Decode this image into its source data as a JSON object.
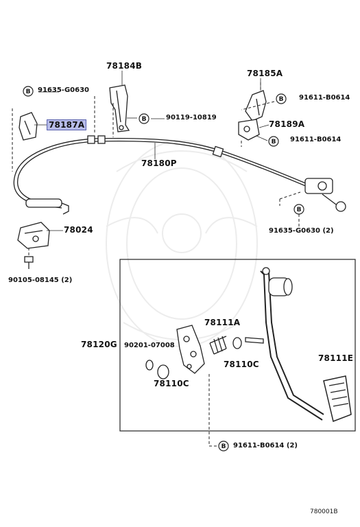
{
  "callouts": {
    "p78184B": "78184B",
    "p78185A": "78185A",
    "p91635_G0630_top": "91635-G0630",
    "p91611_B0614_a": "91611-B0614",
    "p78187A": "78187A",
    "p90119_10819": "90119-10819",
    "p78189A": "78189A",
    "p91611_B0614_b": "91611-B0614",
    "p78180P": "78180P",
    "p78024": "78024",
    "p91635_G0630_2": "91635-G0630 (2)",
    "p90105_08145_2": "90105-08145 (2)",
    "p78111A": "78111A",
    "p78120G": "78120G",
    "p90201_07008": "90201-07008",
    "p78110C_a": "78110C",
    "p78110C_b": "78110C",
    "p78111E": "78111E",
    "p91611_B0614_2": "91611-B0614 (2)"
  },
  "bolt_marker": "B",
  "figure_id": "780001B",
  "highlight_color": "#b7bce8"
}
